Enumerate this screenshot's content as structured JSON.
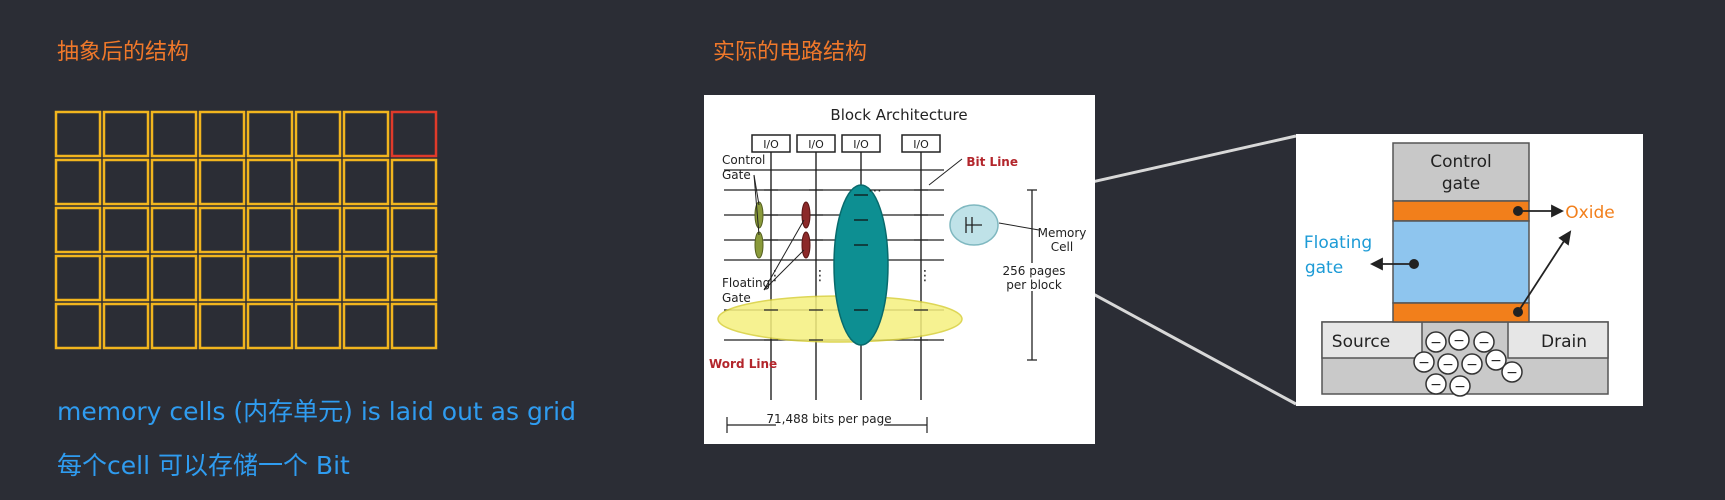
{
  "left": {
    "heading": "抽象后的结构",
    "grid": {
      "rows": 5,
      "cols": 8,
      "highlighted": [
        0,
        7
      ],
      "cell_color": "#f2b51e",
      "highlight_color": "#e03a2a"
    },
    "caption1": "memory cells (内存单元) is laid out as grid",
    "caption2": "每个cell 可以存储一个 Bit"
  },
  "right": {
    "heading": "实际的电路结构",
    "block": {
      "title": "Block Architecture",
      "io_label": "I/O",
      "control_gate": [
        "Control",
        "Gate"
      ],
      "floating_gate": [
        "Floating",
        "Gate"
      ],
      "bit_line": "Bit Line",
      "word_line": "Word Line",
      "memory_cell": [
        "Memory",
        "Cell"
      ],
      "pages": [
        "256 pages",
        "per block"
      ],
      "bits_per_page": "71,488 bits per page"
    },
    "cell": {
      "control_gate": [
        "Control",
        "gate"
      ],
      "oxide": "Oxide",
      "floating_gate": [
        "Floating",
        "gate"
      ],
      "source": "Source",
      "drain": "Drain",
      "electron": "−"
    }
  },
  "colors": {
    "heading": "#f0782a",
    "caption": "#2f9cf0",
    "oxide": "#f27f1b",
    "floating": "#8ec5ee",
    "teal": "#0d8f92",
    "word": "#f5f07e"
  }
}
